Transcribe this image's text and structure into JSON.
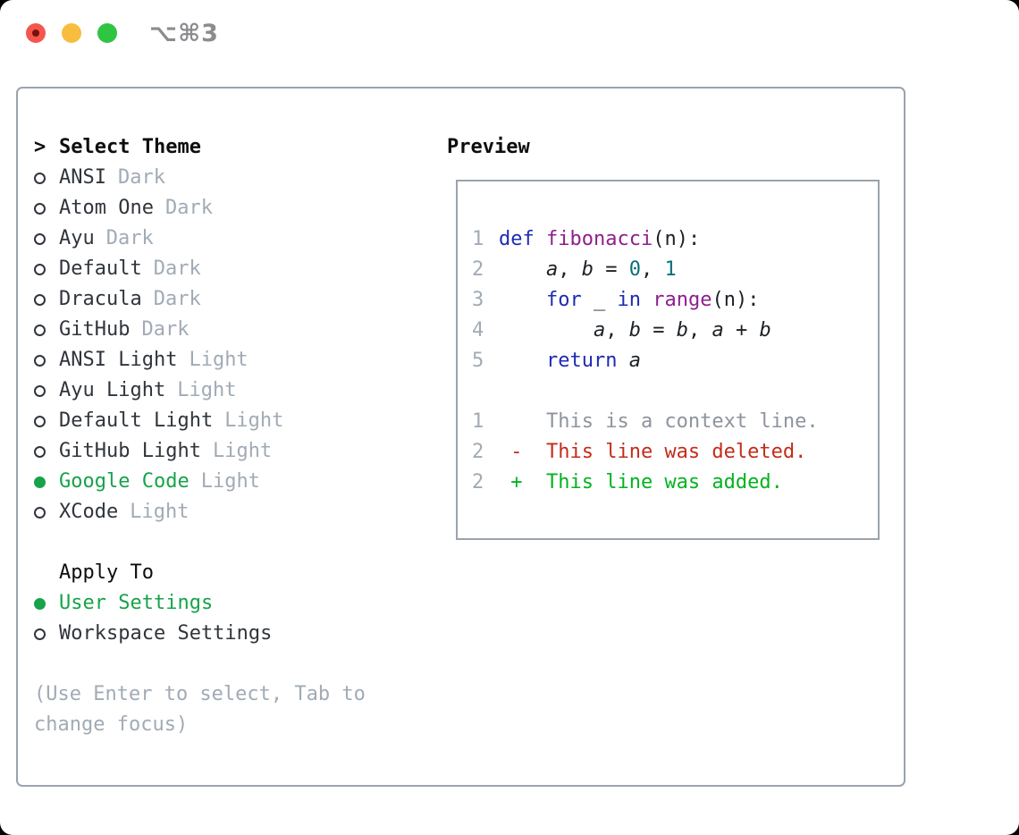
{
  "titlebar": {
    "shortcut": "⌥⌘3"
  },
  "theme_panel": {
    "prompt": ">",
    "header": "Select Theme",
    "items": [
      {
        "name": "ANSI",
        "variant": "Dark",
        "selected": false
      },
      {
        "name": "Atom One",
        "variant": "Dark",
        "selected": false
      },
      {
        "name": "Ayu",
        "variant": "Dark",
        "selected": false
      },
      {
        "name": "Default",
        "variant": "Dark",
        "selected": false
      },
      {
        "name": "Dracula",
        "variant": "Dark",
        "selected": false
      },
      {
        "name": "GitHub",
        "variant": "Dark",
        "selected": false
      },
      {
        "name": "ANSI Light",
        "variant": "Light",
        "selected": false
      },
      {
        "name": "Ayu Light",
        "variant": "Light",
        "selected": false
      },
      {
        "name": "Default Light",
        "variant": "Light",
        "selected": false
      },
      {
        "name": "GitHub Light",
        "variant": "Light",
        "selected": false
      },
      {
        "name": "Google Code",
        "variant": "Light",
        "selected": true
      },
      {
        "name": "XCode",
        "variant": "Light",
        "selected": false
      }
    ]
  },
  "apply_panel": {
    "header": "Apply To",
    "items": [
      {
        "label": "User Settings",
        "selected": true
      },
      {
        "label": "Workspace Settings",
        "selected": false
      }
    ]
  },
  "help_text": "(Use Enter to select, Tab to change focus)",
  "preview": {
    "header": "Preview",
    "lines": [
      {
        "kind": "code",
        "num": "1",
        "tokens": [
          [
            "def",
            "kw"
          ],
          [
            " ",
            "pl"
          ],
          [
            "fibonacci",
            "fn"
          ],
          [
            "(n):",
            "pl"
          ]
        ]
      },
      {
        "kind": "code",
        "num": "2",
        "tokens": [
          [
            "    ",
            "pl"
          ],
          [
            "a",
            "var"
          ],
          [
            ", ",
            "pl"
          ],
          [
            "b",
            "var"
          ],
          [
            " = ",
            "pl"
          ],
          [
            "0",
            "num"
          ],
          [
            ", ",
            "pl"
          ],
          [
            "1",
            "num"
          ]
        ]
      },
      {
        "kind": "code",
        "num": "3",
        "tokens": [
          [
            "    ",
            "pl"
          ],
          [
            "for",
            "kw"
          ],
          [
            " _ ",
            "pl"
          ],
          [
            "in",
            "kw"
          ],
          [
            " ",
            "pl"
          ],
          [
            "range",
            "fn"
          ],
          [
            "(n):",
            "pl"
          ]
        ]
      },
      {
        "kind": "code",
        "num": "4",
        "tokens": [
          [
            "        ",
            "pl"
          ],
          [
            "a",
            "var"
          ],
          [
            ", ",
            "pl"
          ],
          [
            "b",
            "var"
          ],
          [
            " = ",
            "pl"
          ],
          [
            "b",
            "var"
          ],
          [
            ", ",
            "pl"
          ],
          [
            "a",
            "var"
          ],
          [
            " + ",
            "pl"
          ],
          [
            "b",
            "var"
          ]
        ]
      },
      {
        "kind": "code",
        "num": "5",
        "tokens": [
          [
            "    ",
            "pl"
          ],
          [
            "return",
            "kw"
          ],
          [
            " ",
            "pl"
          ],
          [
            "a",
            "var"
          ]
        ]
      },
      {
        "kind": "blank",
        "num": "",
        "tokens": []
      },
      {
        "kind": "context",
        "num": "1",
        "tokens": [
          [
            "    This is a context line.",
            "ctx"
          ]
        ]
      },
      {
        "kind": "deleted",
        "num": "2",
        "tokens": [
          [
            " -  This line was deleted.",
            "del"
          ]
        ]
      },
      {
        "kind": "added",
        "num": "2",
        "tokens": [
          [
            " +  This line was added.",
            "add"
          ]
        ]
      }
    ]
  },
  "colors": {
    "traffic_red": "#f4564e",
    "traffic_red_dot": "#7a100b",
    "traffic_yellow": "#f8bd3f",
    "traffic_green": "#2ec543",
    "title_gray": "#8b8b90",
    "border": "#9aa3ad",
    "ink": "#0c0e10",
    "item_dark": "#30353c",
    "muted": "#a1abb6",
    "ui_green": "#17a349",
    "kw": "#1e2bb2",
    "fn": "#8e1f8e",
    "num": "#0d6e78",
    "code": "#1d2126",
    "ctx": "#8d949c",
    "del": "#c42c19",
    "add": "#02b31f"
  }
}
